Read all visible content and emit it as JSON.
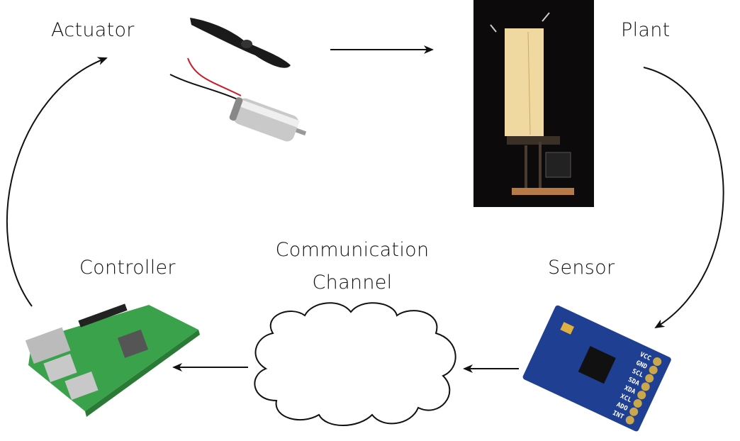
{
  "labels": {
    "actuator": "Actuator",
    "plant": "Plant",
    "sensor": "Sensor",
    "controller": "Controller",
    "channel_line1": "Communication",
    "channel_line2": "Channel"
  },
  "images": {
    "actuator": "propeller-and-dc-motor",
    "plant": "plant-photo",
    "sensor": "imu-sensor-board",
    "channel": "cloud",
    "controller": "raspberry-pi-board"
  },
  "sensor_pins": [
    "VCC",
    "GND",
    "SCL",
    "SDA",
    "XDA",
    "XCL",
    "ADO",
    "INT"
  ],
  "colors": {
    "arrow": "#111111",
    "sensor_board": "#1f3f93",
    "pcb": "#3aa24a",
    "plant_bg": "#0c0a0a",
    "plant_panel": "#f0d9a0"
  }
}
